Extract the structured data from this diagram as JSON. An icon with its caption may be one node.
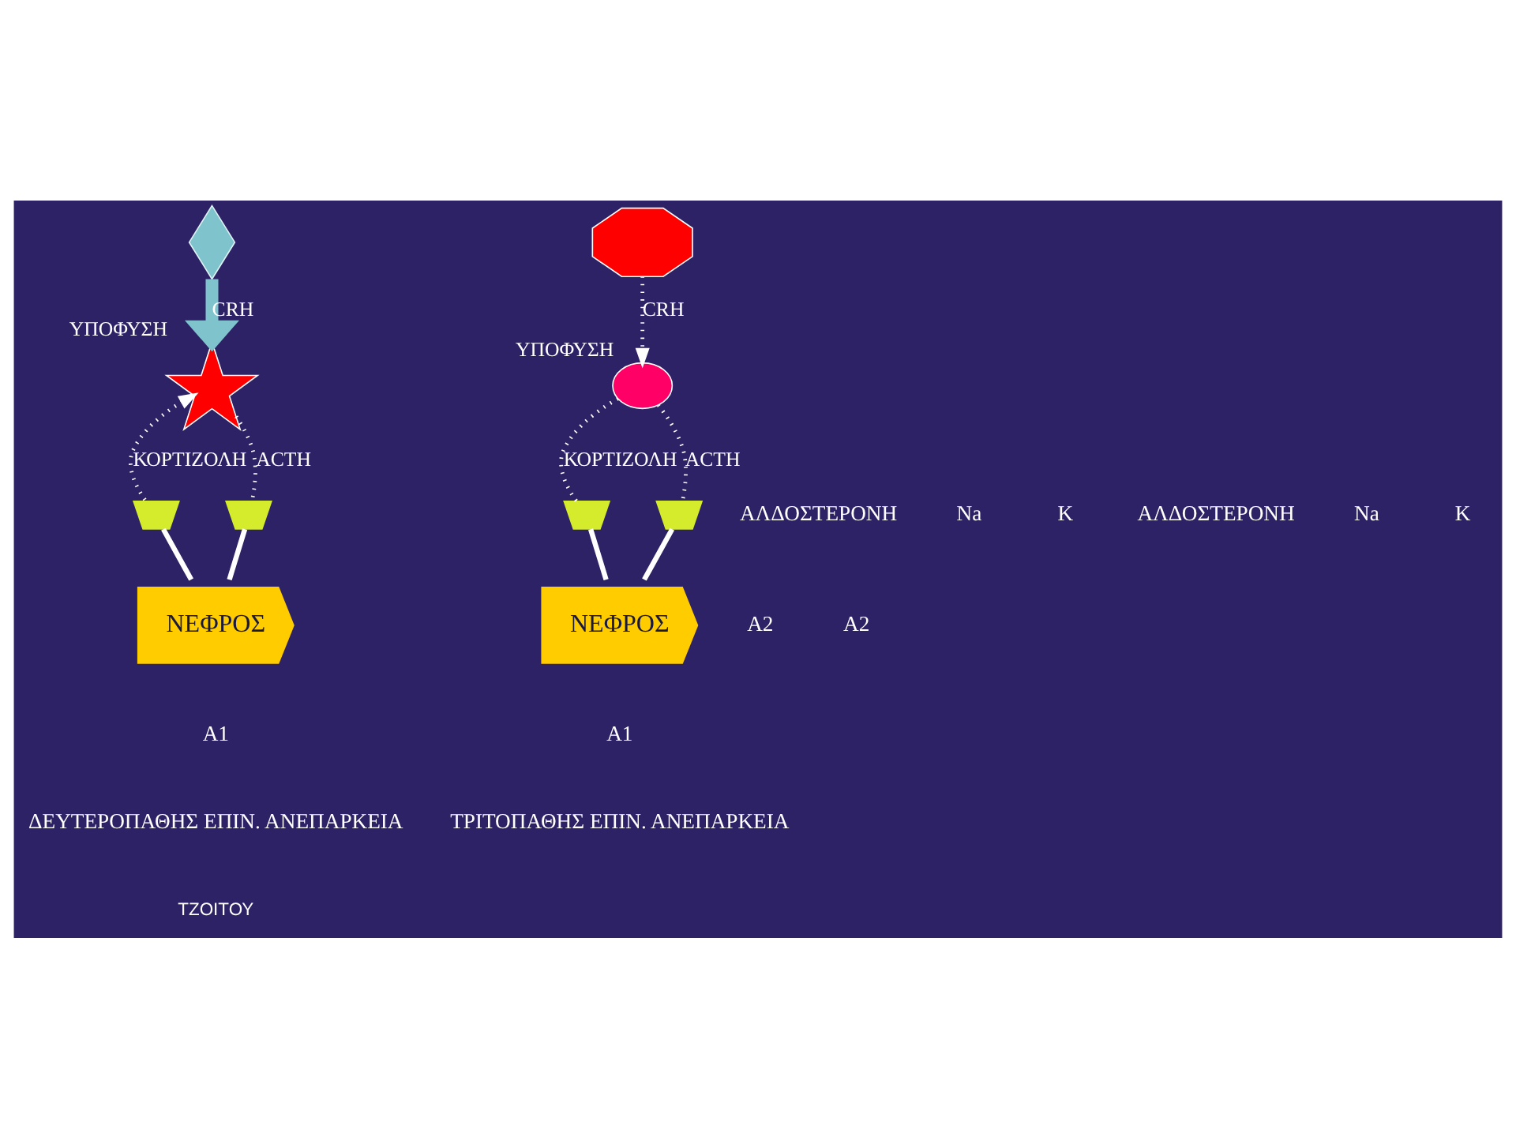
{
  "diagram": {
    "nodes": [
      {
        "text": [],
        "shape": "diamond"
      },
      {
        "text": [],
        "shape": "star",
        "beside": [
          "ΥΠΟΦΥΣΗ"
        ]
      },
      {
        "text": [],
        "shape": "arch"
      },
      {
        "text": [],
        "shape": "arch"
      },
      {
        "text": [
          "ΝΕΦΡΟΣ"
        ]
      },
      {
        "text": [],
        "shape": "octagon"
      },
      {
        "text": [],
        "shape": "ellipse",
        "beside": [
          "ΥΠΟΦΥΣΗ"
        ]
      },
      {
        "text": [],
        "shape": "arch"
      },
      {
        "text": [],
        "shape": "arch"
      },
      {
        "text": [
          "ΝΕΦΡΟΣ"
        ]
      }
    ],
    "edges": [
      {
        "from": 0,
        "to": 1,
        "arrow": "to",
        "label": "CRH",
        "style": "thick",
        "color": "#7fc4cc"
      },
      {
        "from": 1,
        "to": 3,
        "arrow": "none",
        "label": "ACTH",
        "style": "dashed"
      },
      {
        "from": 2,
        "to": 1,
        "arrow": "to",
        "label": "ΚΟΡΤΙΖΟΛΗ",
        "style": "dashed"
      },
      {
        "from": 2,
        "to": 4,
        "arrow": "none"
      },
      {
        "from": 4,
        "to": 3,
        "arrow": "none"
      },
      {
        "from": 5,
        "to": 6,
        "arrow": "to",
        "label": "CRH",
        "style": "dashed"
      },
      {
        "from": 6,
        "to": 8,
        "arrow": "none",
        "label": "ACTH",
        "style": "dashed"
      },
      {
        "from": 7,
        "to": 6,
        "arrow": "none",
        "label": "ΚΟΡΤΙΖΟΛΗ",
        "style": "dashed"
      },
      {
        "from": 7,
        "to": 9,
        "arrow": "none"
      },
      {
        "from": 9,
        "to": 8,
        "arrow": "none"
      }
    ],
    "labels": [
      "ΑΛΔΟΣΤΕΡΟΝΗ",
      "Na",
      "K",
      "ΑΛΔΟΣΤΕΡΟΝΗ",
      "Na",
      "K",
      "A2",
      "A2",
      "A1",
      "A1",
      "ΔΕΥΤΕΡΟΠΑΘΗΣ ΕΠΙΝ. ΑΝΕΠΑΡΚΕΙΑ",
      "ΤΡΙΤΟΠΑΘΗΣ ΕΠΙΝ. ΑΝΕΠΑΡΚΕΙΑ",
      "ΤΖΟΙΤΟΥ"
    ]
  }
}
